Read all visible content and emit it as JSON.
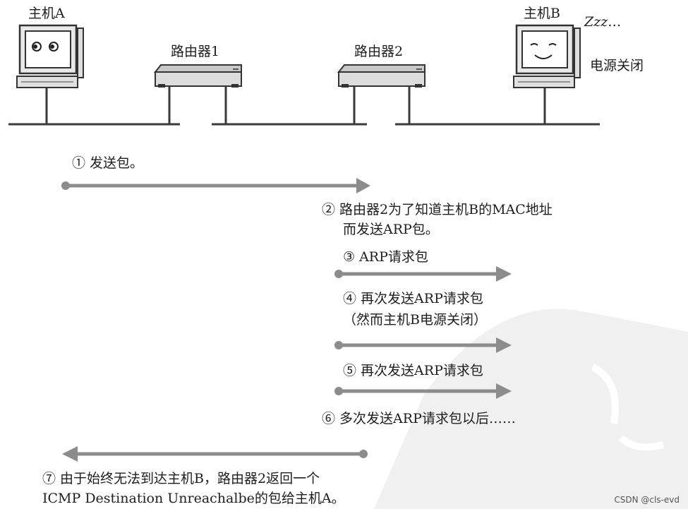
{
  "nodes": {
    "host_a": "主机A",
    "router1": "路由器1",
    "router2": "路由器2",
    "host_b": "主机B",
    "host_b_sleep": "Zzz…",
    "host_b_status": "电源关闭"
  },
  "steps": {
    "s1": "① 发送包。",
    "s2_line1": "② 路由器2为了知道主机B的MAC地址",
    "s2_line2": "而发送ARP包。",
    "s3": "③ ARP请求包",
    "s4_line1": "④ 再次发送ARP请求包",
    "s4_line2": "（然而主机B电源关闭）",
    "s5": "⑤ 再次发送ARP请求包",
    "s6": "⑥ 多次发送ARP请求包以后……",
    "s7_line1": "⑦ 由于始终无法到达主机B，路由器2返回一个",
    "s7_line2": "ICMP Destination Unreachalbe的包给主机A。"
  },
  "credit": "CSDN @cls-evd",
  "colors": {
    "arrow": "#8c8c8c",
    "line": "#3a3a3a",
    "device": "#d9d9d9"
  }
}
